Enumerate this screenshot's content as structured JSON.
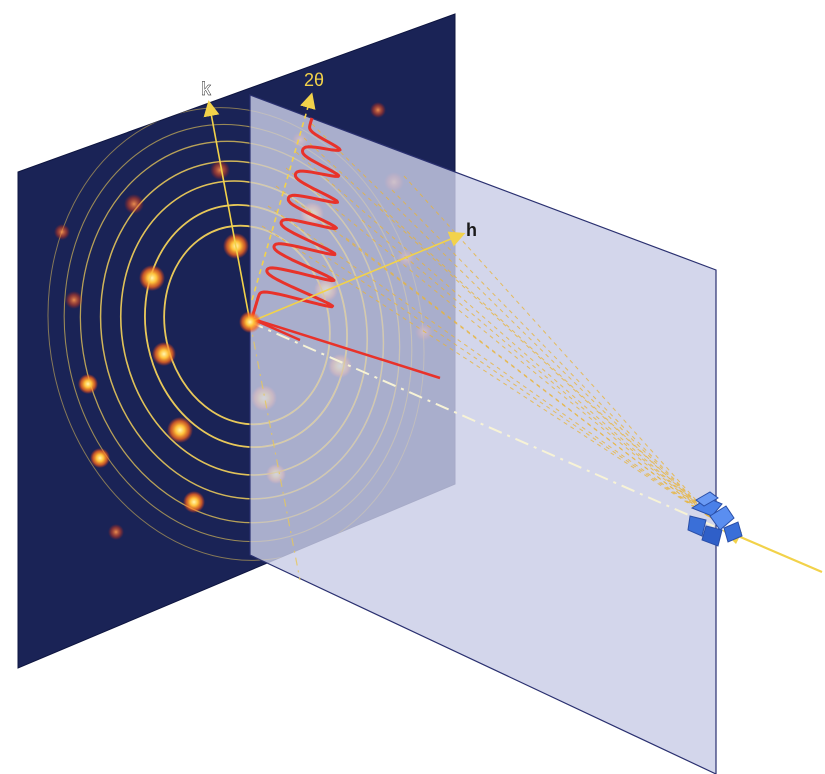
{
  "labels": {
    "k": "k",
    "h": "h",
    "two_theta": "2θ"
  },
  "colors": {
    "detector": "#1a2356",
    "detector_edge": "#0e1540",
    "pixel_plane": "#c9cde6",
    "pixel_plane_edge": "#2a3070",
    "ring": "#e8c85a",
    "spot_core": "#fff2a0",
    "spot_glow": "#ff7a1a",
    "profile": "#e8322a",
    "beam": "#f2d24a",
    "crystal": "#3a6fd8",
    "axis_text": "#ffffff",
    "two_theta_text": "#f2d24a"
  },
  "icons": [
    "crystal-icon",
    "beam-arrow-icon"
  ]
}
